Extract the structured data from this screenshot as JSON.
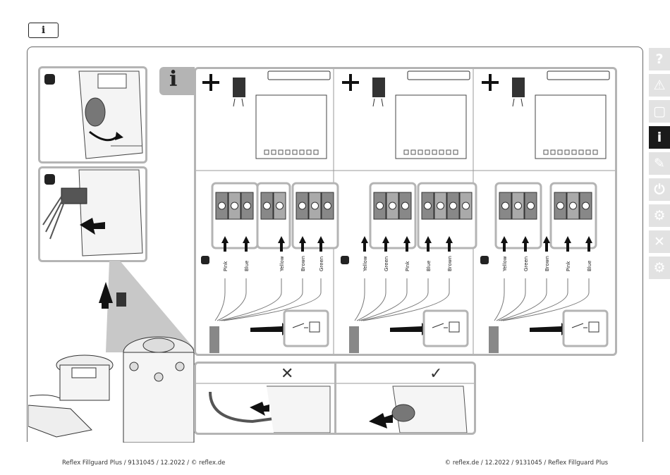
{
  "header": {
    "info_icon": "i"
  },
  "sidebar": {
    "tabs": [
      {
        "icon": "?",
        "name": "help-icon",
        "active": false
      },
      {
        "icon": "⚠",
        "name": "warning-icon",
        "active": false
      },
      {
        "icon": "▢",
        "name": "package-icon",
        "active": false
      },
      {
        "icon": "i",
        "name": "info-icon",
        "active": true
      },
      {
        "icon": "✎",
        "name": "install-icon",
        "active": false
      },
      {
        "icon": "⏻",
        "name": "power-icon",
        "active": false
      },
      {
        "icon": "⚙",
        "name": "settings-icon",
        "active": false
      },
      {
        "icon": "✕",
        "name": "tools-icon",
        "active": false
      },
      {
        "icon": "⚙",
        "name": "service-icon",
        "active": false
      }
    ]
  },
  "diagram": {
    "info_tab": "i",
    "columns": [
      {
        "wires": [
          "Pink",
          "Blue",
          "Yellow",
          "Brown",
          "Green"
        ]
      },
      {
        "wires": [
          "Yellow",
          "Green",
          "Pink",
          "Blue",
          "Brown"
        ]
      },
      {
        "wires": [
          "Yellow",
          "Green",
          "Brown",
          "Pink",
          "Blue"
        ]
      }
    ],
    "wrong_mark": "✕",
    "right_mark": "✓"
  },
  "footer": {
    "left": "Reflex Fillguard Plus / 9131045 / 12.2022 / © reflex.de",
    "right": "© reflex.de / 12.2022 / 9131045 / Reflex Fillguard Plus"
  },
  "colors": {
    "panel_border": "#b4b4b4",
    "active_tab": "#1a1a1a",
    "inactive_tab": "#e2e2e2"
  }
}
